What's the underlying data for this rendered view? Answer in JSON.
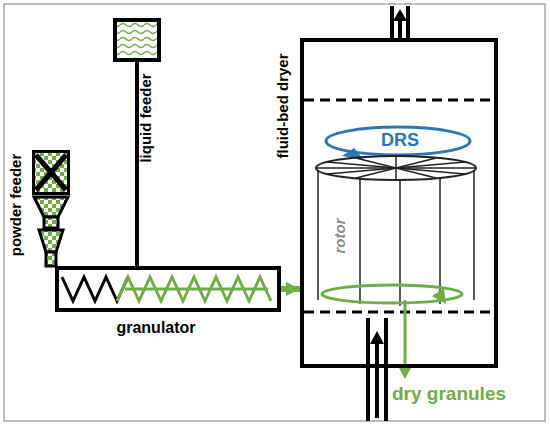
{
  "diagram": {
    "nodes": [
      {
        "text": [
          "powder feeder"
        ]
      },
      {
        "text": [
          "liquid feeder"
        ]
      },
      {
        "text": [
          "granulator"
        ]
      },
      {
        "text": [
          "fluid-bed dryer"
        ]
      }
    ],
    "edges": [
      {
        "from": 1,
        "to": 2,
        "arrow": "none"
      },
      {
        "from": 2,
        "to": 3,
        "arrow": "to"
      }
    ],
    "labels": [
      "DRS",
      "rotor",
      "dry granules"
    ]
  }
}
